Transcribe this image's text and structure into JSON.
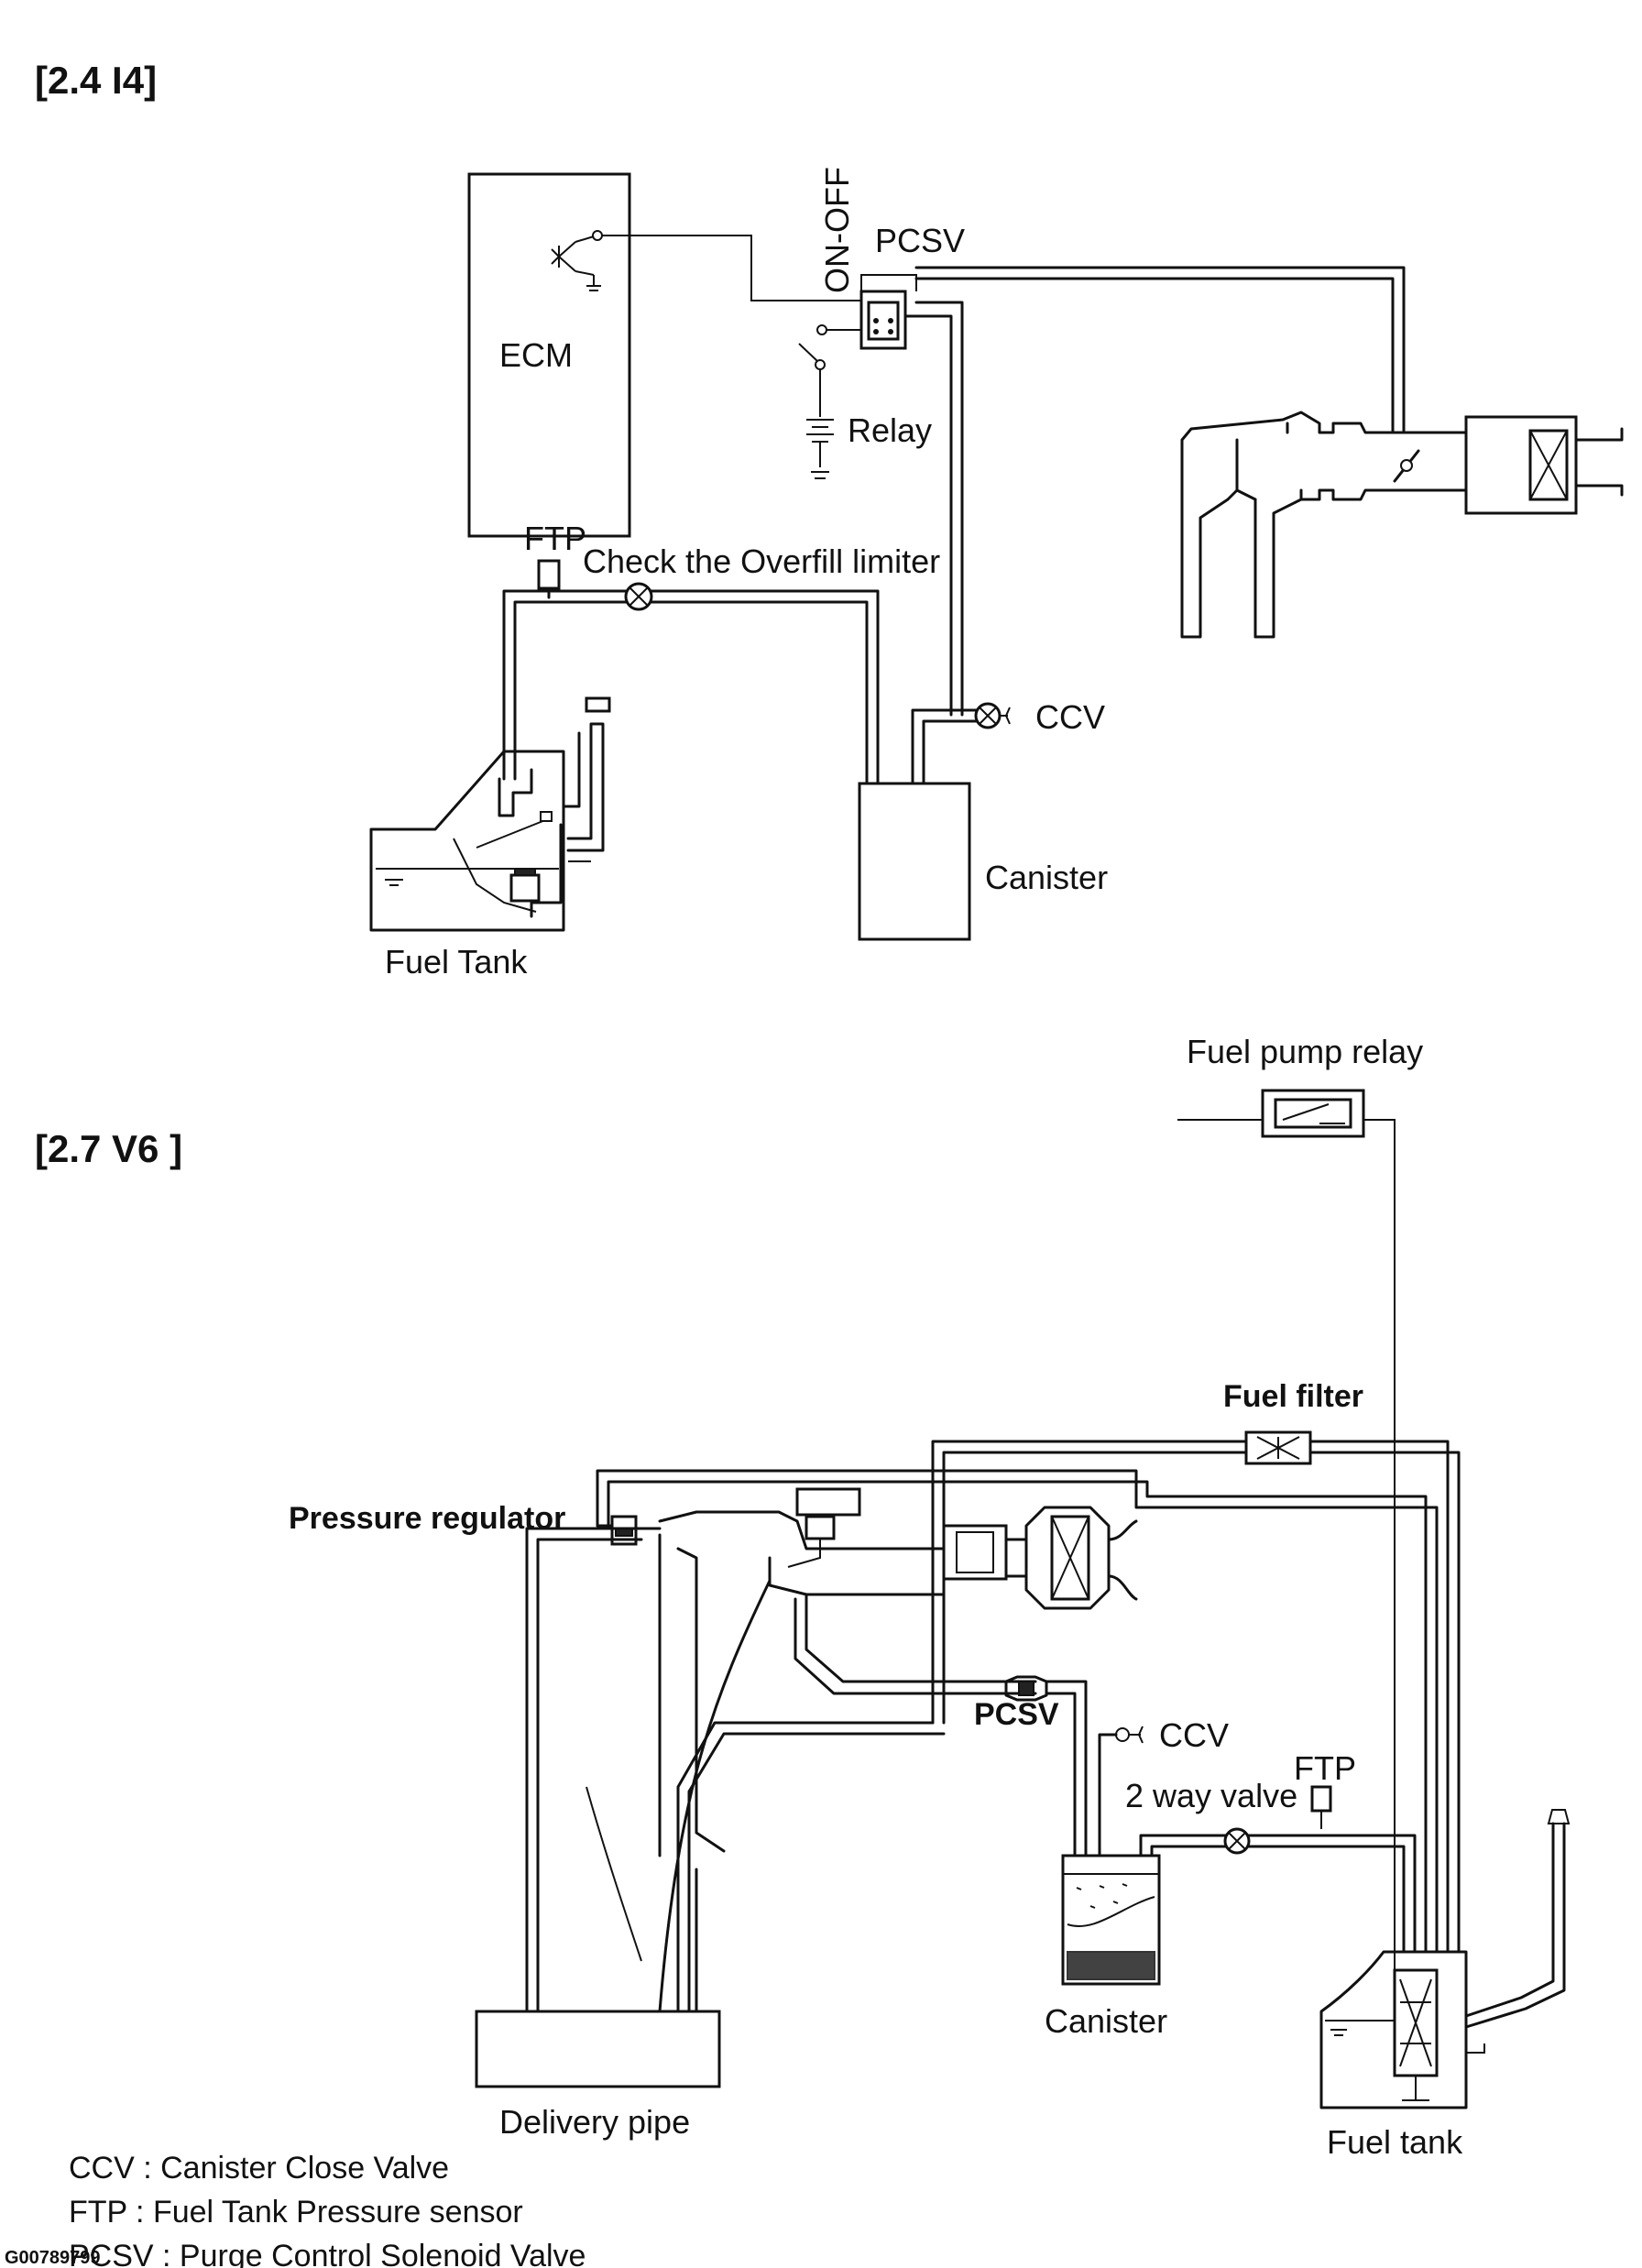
{
  "section_a": {
    "heading": "[2.4 I4]",
    "ecm": "ECM",
    "on_off": "ON-OFF",
    "pcsv": "PCSV",
    "relay": "Relay",
    "ftp": "FTP",
    "check_overfill": "Check the Overfill limiter",
    "ccv": "CCV",
    "canister": "Canister",
    "fuel_tank": "Fuel Tank"
  },
  "section_b": {
    "heading": "[2.7 V6 ]",
    "fuel_pump_relay": "Fuel pump relay",
    "fuel_filter": "Fuel filter",
    "pressure_regulator": "Pressure regulator",
    "pcsv": "PCSV",
    "ccv": "CCV",
    "two_way_valve": "2 way valve",
    "ftp": "FTP",
    "delivery_pipe": "Delivery pipe",
    "canister": "Canister",
    "fuel_tank": "Fuel tank"
  },
  "legend": {
    "ccv": "CCV : Canister Close Valve",
    "ftp": "FTP : Fuel Tank Pressure sensor",
    "pcsv": "PCSV : Purge Control Solenoid Valve"
  },
  "figure_code": "G00789799"
}
